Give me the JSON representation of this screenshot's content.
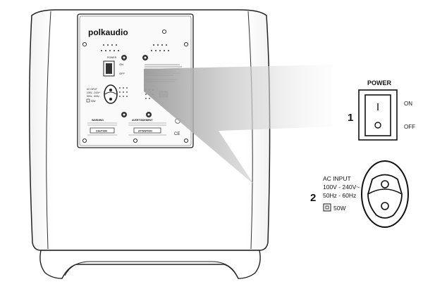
{
  "panel": {
    "brand": "polkaudio",
    "switch_top_label": "POWER",
    "switch_on": "ON",
    "switch_off": "OFF",
    "ac_block": [
      "AC INPUT",
      "100V - 240V~",
      "50Hz - 60Hz",
      "50W"
    ],
    "warning_left": "WARNING",
    "warning_right": "AVERTISSEMENT",
    "caution_left": "CAUTION",
    "caution_right": "ATTENTION",
    "ce_mark": "CE"
  },
  "callout_power": {
    "number": "1",
    "title": "POWER",
    "on_label": "ON",
    "off_label": "OFF"
  },
  "callout_ac": {
    "number": "2",
    "lines": [
      "AC INPUT",
      "100V - 240V~",
      "50Hz - 60Hz"
    ],
    "power_rating": "50W"
  }
}
